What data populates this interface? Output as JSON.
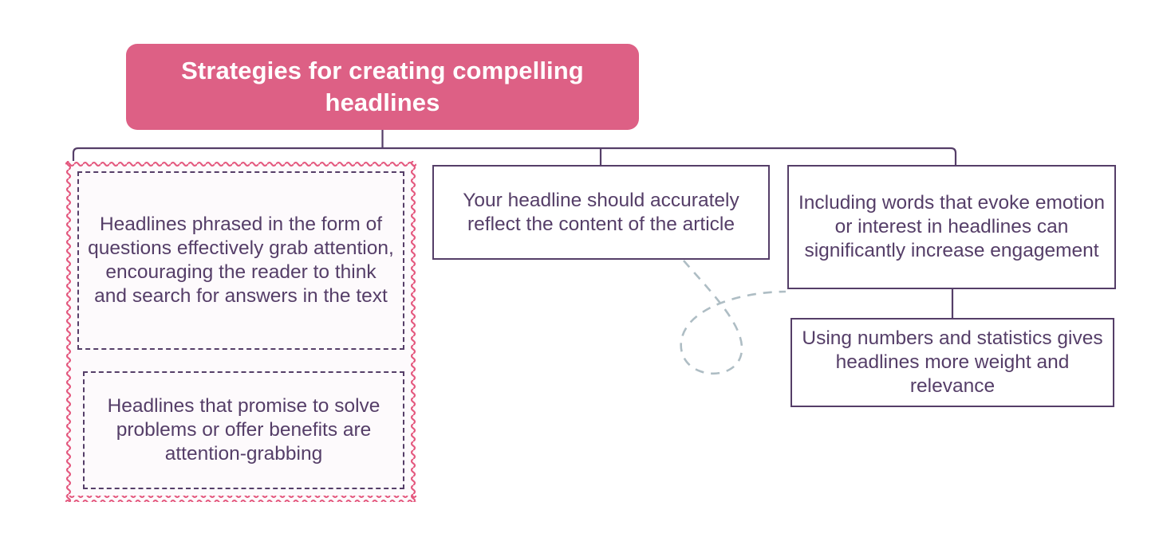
{
  "diagram": {
    "title": "Strategies for creating compelling headlines",
    "colors": {
      "root_fill": "#dd6085",
      "root_text": "#ffffff",
      "node_border": "#553e68",
      "node_text": "#553e68",
      "group_border": "#e4587e",
      "group_fill": "#fdfafc",
      "curve_connector": "#aebdc4",
      "canvas_background": "#ffffff"
    },
    "root": {
      "label": "Strategies for creating compelling headlines"
    },
    "branches": [
      {
        "id": "branch-questions",
        "style": "wavy-pink-group",
        "nodes": [
          {
            "id": "node-questions",
            "style": "dashed",
            "label": "Headlines phrased in the form of questions effectively grab attention, encouraging the reader to think and search for answers in the text"
          },
          {
            "id": "node-promise",
            "style": "dashed",
            "label": "Headlines that promise to solve problems or offer benefits are attention-grabbing"
          }
        ]
      },
      {
        "id": "branch-accuracy",
        "style": "solid",
        "nodes": [
          {
            "id": "node-accuracy",
            "style": "solid",
            "label": "Your headline should accurately reflect the content of the article"
          }
        ]
      },
      {
        "id": "branch-emotion",
        "style": "solid",
        "nodes": [
          {
            "id": "node-emotion",
            "style": "solid",
            "label": "Including words that evoke emotion or interest in headlines can significantly increase engagement"
          },
          {
            "id": "node-numbers",
            "style": "solid",
            "label": "Using numbers and statistics gives headlines more weight and relevance"
          }
        ]
      }
    ],
    "connectors": [
      {
        "id": "root-to-bus",
        "type": "straight"
      },
      {
        "id": "bus-to-questions",
        "type": "straight"
      },
      {
        "id": "bus-to-accuracy",
        "type": "straight"
      },
      {
        "id": "bus-to-emotion",
        "type": "straight"
      },
      {
        "id": "questions-to-promise",
        "type": "straight"
      },
      {
        "id": "emotion-to-numbers",
        "type": "straight"
      },
      {
        "id": "accuracy-to-emotion-loop",
        "type": "dashed-loop"
      }
    ]
  }
}
